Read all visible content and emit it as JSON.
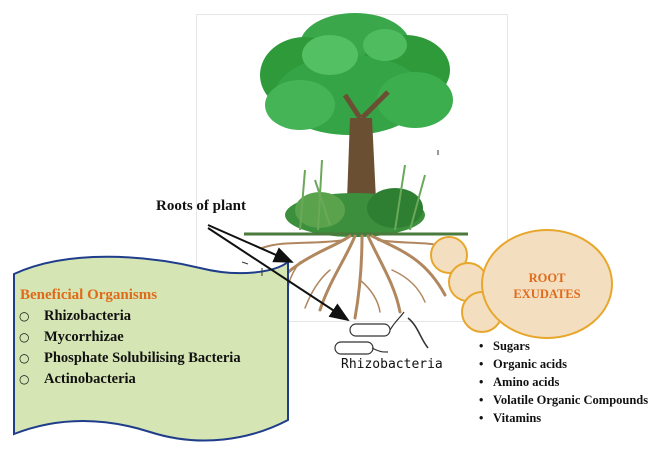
{
  "labels": {
    "roots": "Roots of plant",
    "rhizobacteria": "Rhizobacteria"
  },
  "beneficial_panel": {
    "title": "Beneficial Organisms",
    "items": [
      "Rhizobacteria",
      "Mycorrhizae",
      "Phosphate Solubilising Bacteria",
      "Actinobacteria"
    ]
  },
  "root_exudates": {
    "title_line1": "ROOT",
    "title_line2": "EXUDATES",
    "items": [
      "Sugars",
      "Organic acids",
      "Amino acids",
      "Volatile Organic Compounds",
      "Vitamins"
    ]
  },
  "colors": {
    "panel_fill": "#d5e6b4",
    "panel_stroke": "#1f3d8a",
    "exudate_fill": "#f3dfc0",
    "exudate_stroke": "#e8a62c",
    "accent_orange": "#e06a1a",
    "foliage": "#2e9a3a",
    "trunk": "#6b4f32",
    "roots": "#b0875e"
  }
}
